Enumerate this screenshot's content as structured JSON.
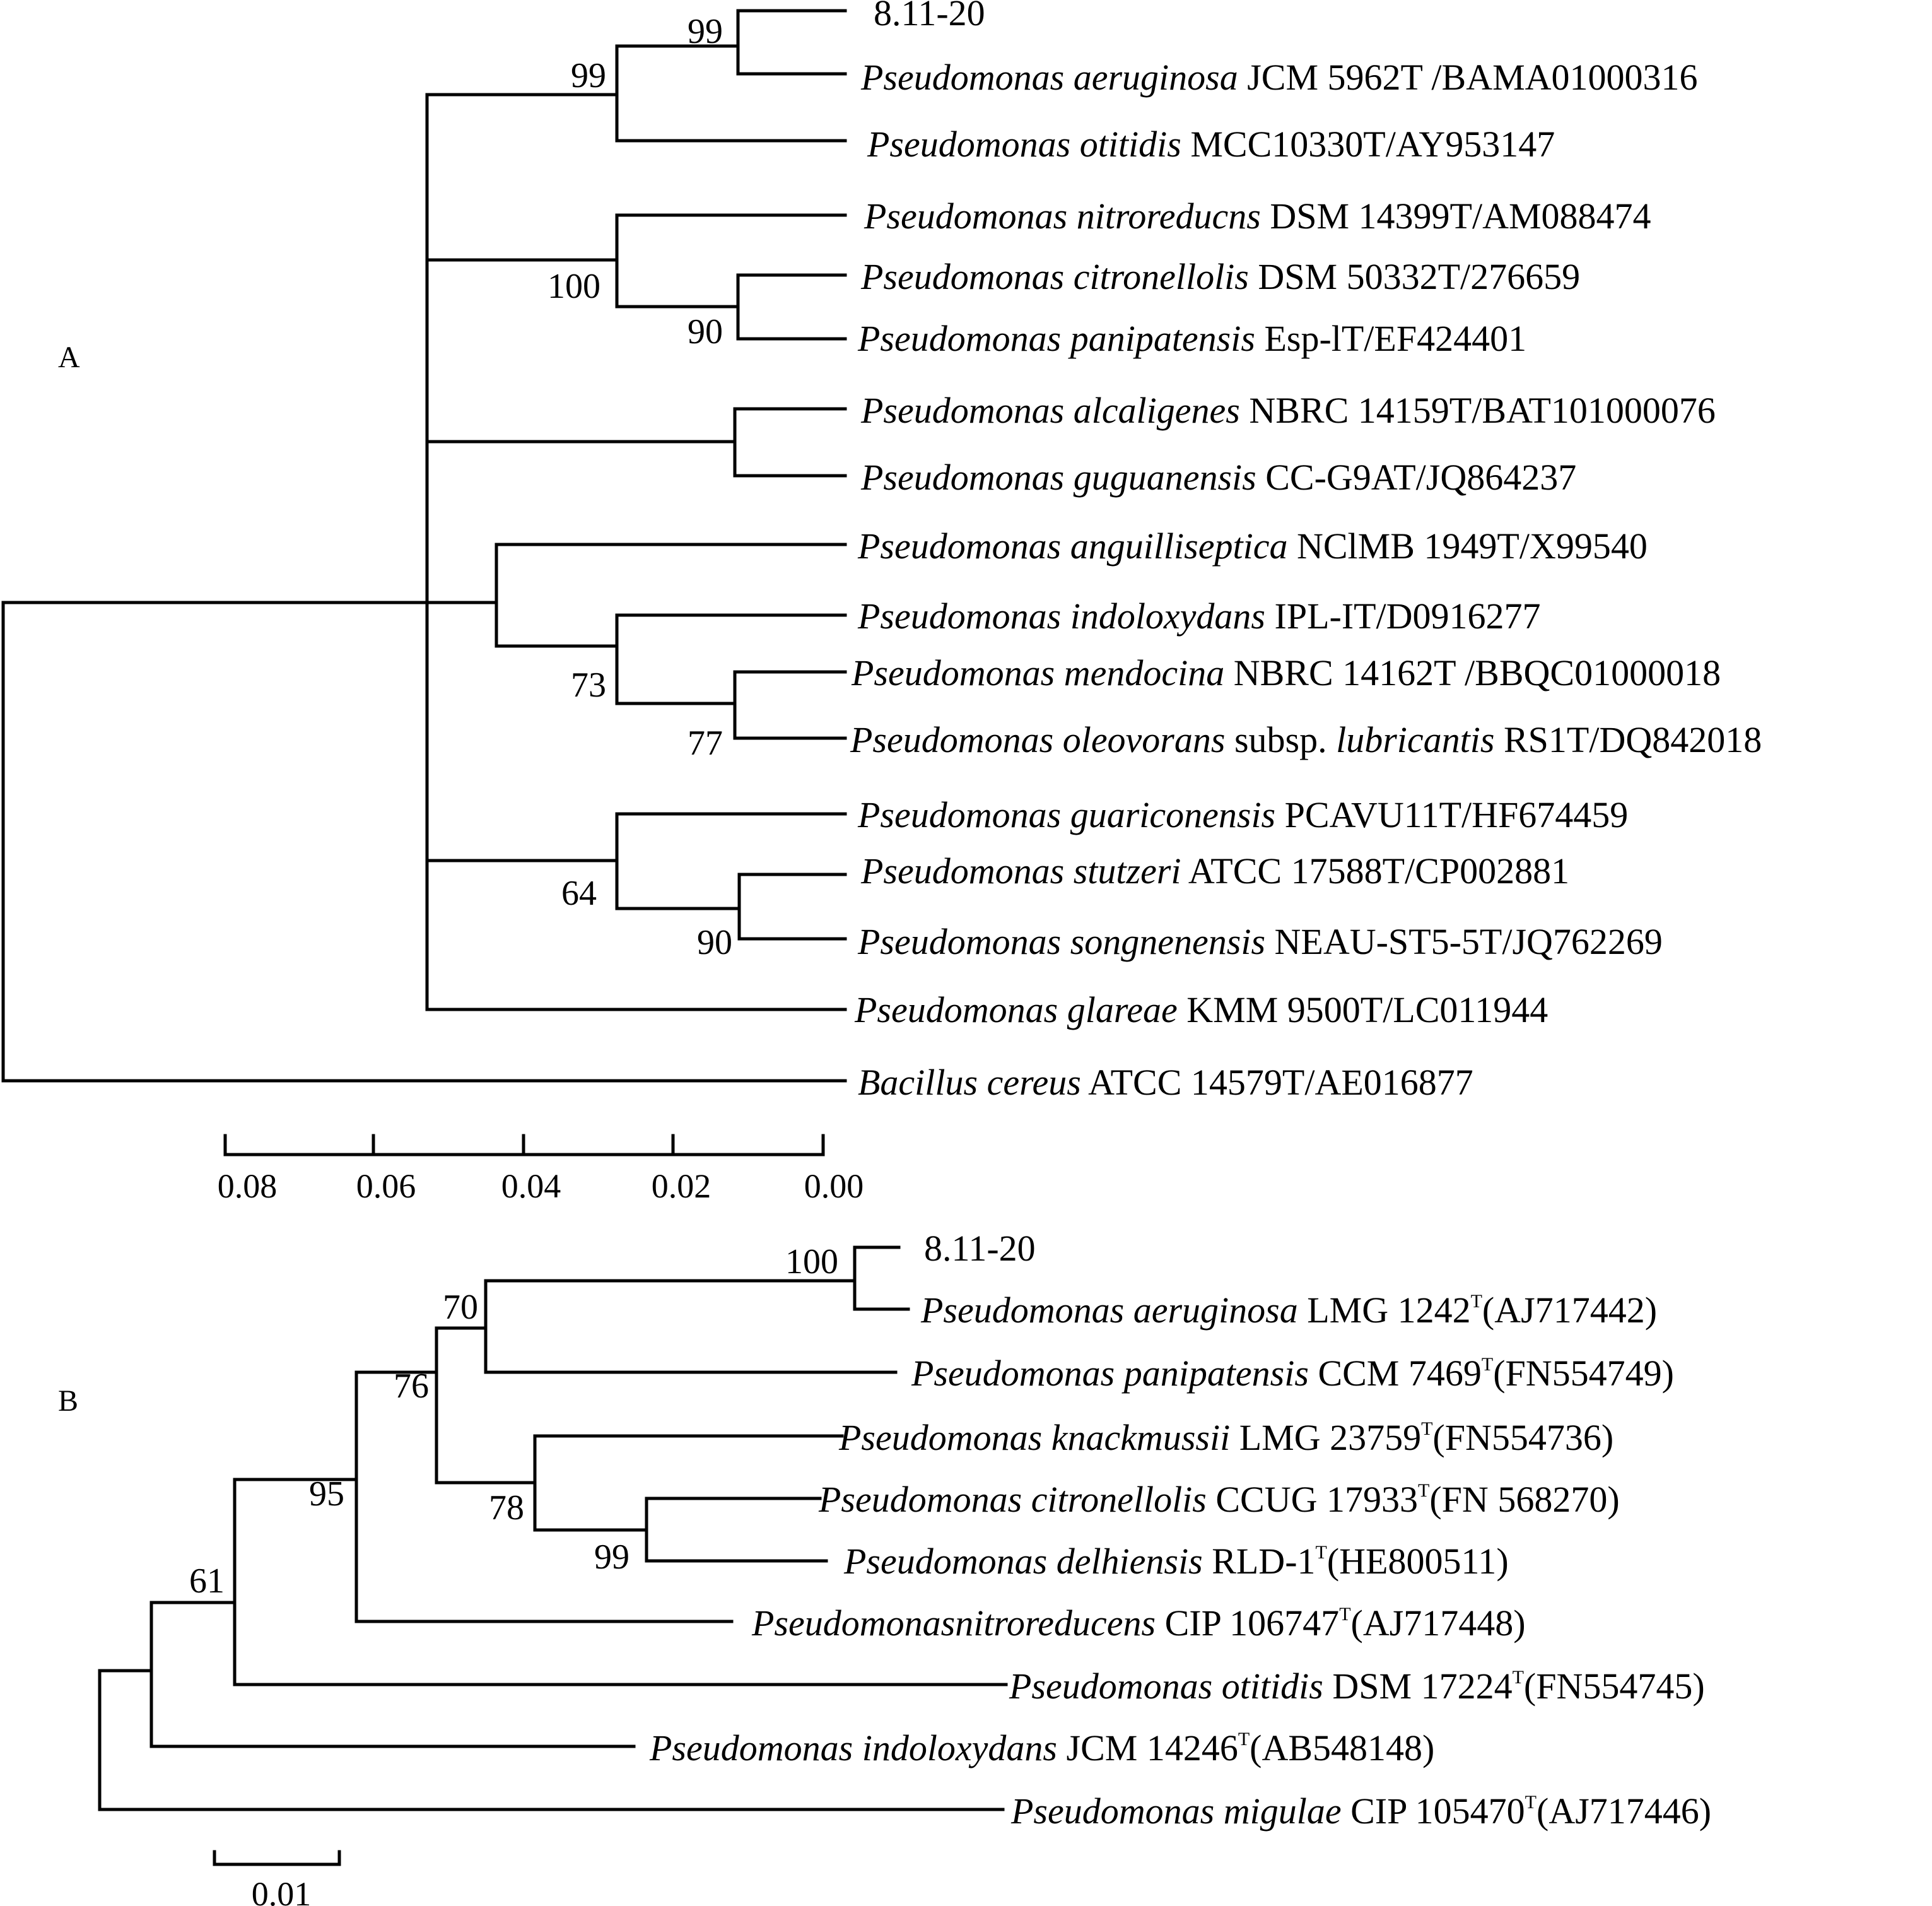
{
  "panels": {
    "a": {
      "label": "A",
      "leaves": [
        {
          "strain": "8.11-20"
        },
        {
          "genus": "Pseudomonas",
          "species": "aeruginosa",
          "strain": "JCM 5962T /BAMA01000316"
        },
        {
          "genus": "Pseudomonas",
          "species": "otitidis",
          "strain": "MCC10330T/AY953147"
        },
        {
          "genus": "Pseudomonas",
          "species": "nitroreducns",
          "strain": "DSM 14399T/AM088474"
        },
        {
          "genus": "Pseudomonas",
          "species": "citronellolis",
          "strain": "DSM 50332T/276659"
        },
        {
          "genus": "Pseudomonas",
          "species": "panipatensis",
          "strain": "Esp-lT/EF424401"
        },
        {
          "genus": "Pseudomonas",
          "species": "alcaligenes",
          "strain": "NBRC 14159T/BAT101000076"
        },
        {
          "genus": "Pseudomonas",
          "species": "guguanensis",
          "strain": "CC-G9AT/JQ864237"
        },
        {
          "genus": "Pseudomonas",
          "species": "anguilliseptica",
          "strain": "NClMB 1949T/X99540"
        },
        {
          "genus": "Pseudomonas",
          "species": "indoloxydans",
          "strain": "IPL-IT/D0916277"
        },
        {
          "genus": "Pseudomonas",
          "species": "mendocina",
          "strain": "NBRC 14162T /BBQC01000018"
        },
        {
          "genus": "Pseudomonas",
          "species": "oleovorans",
          "subsp_word": "subsp.",
          "subspecies": "lubricantis",
          "strain": "RS1T/DQ842018"
        },
        {
          "genus": "Pseudomonas",
          "species": "guariconensis",
          "strain": "PCAVU11T/HF674459"
        },
        {
          "genus": "Pseudomonas",
          "species": "stutzeri",
          "strain": "ATCC 17588T/CP002881"
        },
        {
          "genus": "Pseudomonas",
          "species": "songnenensis",
          "strain": "NEAU-ST5-5T/JQ762269"
        },
        {
          "genus": "Pseudomonas",
          "species": "glareae",
          "strain": "KMM 9500T/LC011944"
        },
        {
          "genus": "Bacillus",
          "species": "cereus",
          "strain": "ATCC 14579T/AE016877"
        }
      ],
      "support_values": [
        "99",
        "99",
        "100",
        "90",
        "73",
        "77",
        "64",
        "90"
      ],
      "scale_axis": {
        "ticks": [
          "0.08",
          "0.06",
          "0.04",
          "0.02",
          "0.00"
        ]
      }
    },
    "b": {
      "label": "B",
      "leaves": [
        {
          "strain": "8.11-20"
        },
        {
          "genus": "Pseudomonas",
          "species": "aeruginosa",
          "strain": "LMG 1242",
          "sup": "T",
          "accession": "(AJ717442)"
        },
        {
          "genus": "Pseudomonas",
          "species": "panipatensis",
          "strain": "CCM 7469",
          "sup": "T",
          "accession": "(FN554749)"
        },
        {
          "genus": "Pseudomonas",
          "species": "knackmussii",
          "strain": "LMG 23759",
          "sup": "T",
          "accession": "(FN554736)"
        },
        {
          "genus": "Pseudomonas",
          "species": "citronellolis",
          "strain": "CCUG 17933",
          "sup": "T",
          "accession": "(FN 568270)"
        },
        {
          "genus": "Pseudomonas",
          "species": "delhiensis",
          "strain": "RLD-1",
          "sup": "T",
          "accession": "(HE800511)"
        },
        {
          "genus": "Pseudomonasnitroreducens",
          "species": "",
          "strain": "CIP 106747",
          "sup": "T",
          "accession": "(AJ717448)"
        },
        {
          "genus": "Pseudomonas",
          "species": "otitidis",
          "strain": "DSM 17224",
          "sup": "T",
          "accession": "(FN554745)"
        },
        {
          "genus": "Pseudomonas",
          "species": "indoloxydans",
          "strain": "JCM 14246",
          "sup": "T",
          "accession": "(AB548148)"
        },
        {
          "genus": "Pseudomonas",
          "species": "migulae",
          "strain": "CIP 105470",
          "sup": "T",
          "accession": "(AJ717446)"
        }
      ],
      "support_values": [
        "100",
        "70",
        "76",
        "78",
        "99",
        "95",
        "61"
      ],
      "scale_bar": {
        "label": "0.01"
      }
    }
  }
}
